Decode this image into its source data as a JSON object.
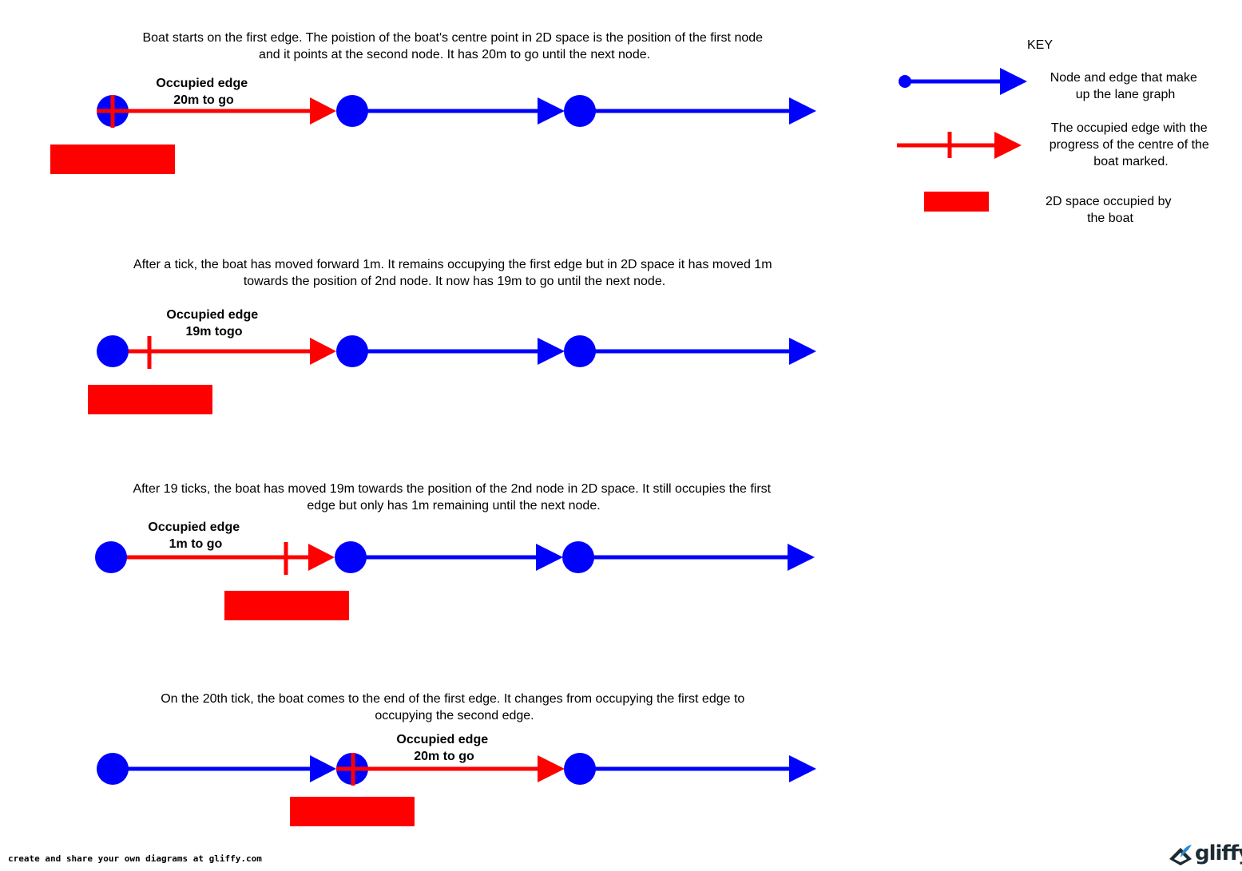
{
  "colors": {
    "lane": "#0000ff",
    "occupied": "#ff0000",
    "text": "#000000"
  },
  "key": {
    "title": "KEY",
    "items": [
      {
        "lines": [
          "Node and edge that make",
          "up the lane graph"
        ]
      },
      {
        "lines": [
          "The occupied edge with the",
          "progress of the centre of the",
          "boat marked."
        ]
      },
      {
        "lines": [
          "2D space occupied by",
          "the boat"
        ]
      }
    ]
  },
  "steps": [
    {
      "caption": [
        "Boat starts on the first edge. The poistion of the boat's centre point in 2D space is the position of the first node",
        "and it points at the second node. It has 20m to go until the next node."
      ],
      "occupied_label": [
        "Occupied edge",
        "20m to go"
      ],
      "occupied_edge": 1,
      "remaining_m": 20
    },
    {
      "caption": [
        "After a tick, the boat has moved forward 1m. It remains occupying the first edge but in 2D space it has moved 1m",
        "towards the position of 2nd node. It now has 19m to go until the next node."
      ],
      "occupied_label": [
        "Occupied edge",
        "19m togo"
      ],
      "occupied_edge": 1,
      "remaining_m": 19
    },
    {
      "caption": [
        "After 19 ticks, the boat has moved 19m towards the position of the 2nd node in 2D space. It still occupies the first",
        "edge but only has 1m remaining until the next node."
      ],
      "occupied_label": [
        "Occupied edge",
        "1m to go"
      ],
      "occupied_edge": 1,
      "remaining_m": 1
    },
    {
      "caption": [
        "On the 20th tick, the boat comes to the end of the first edge. It changes from occupying the first edge to",
        "occupying the second edge."
      ],
      "occupied_label": [
        "Occupied edge",
        "20m to go"
      ],
      "occupied_edge": 2,
      "remaining_m": 20
    }
  ],
  "footer": {
    "credit": "create and share your own diagrams at gliffy.com",
    "logo": "gliffy"
  }
}
